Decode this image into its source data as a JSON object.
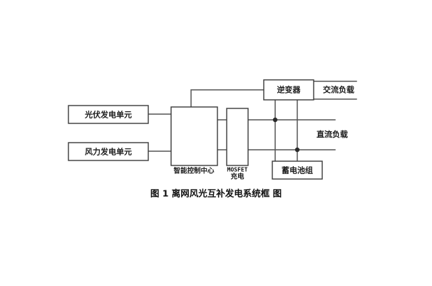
{
  "figure": {
    "caption": "图 1 离网风光互补发电系统框 图",
    "background_color": "#ffffff",
    "line_color": "#555555",
    "box_stroke_color": "#3a3a3a",
    "text_color": "#1c1c1c"
  },
  "blocks": {
    "pv_unit": {
      "label": "光伏发电单元"
    },
    "wind_unit": {
      "label": "风力发电单元"
    },
    "control_center": {
      "label": "智能控制中心"
    },
    "mosfet_charger": {
      "label_line1": "MOSFET",
      "label_line2": "充电"
    },
    "inverter": {
      "label": "逆变器"
    },
    "battery_pack": {
      "label": "蓄电池组"
    }
  },
  "load_labels": {
    "ac_load": "交流负载",
    "dc_load": "直流负载"
  }
}
